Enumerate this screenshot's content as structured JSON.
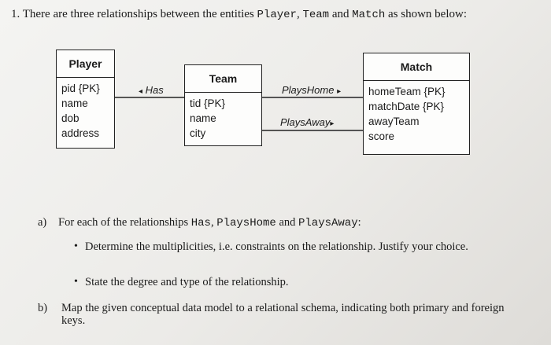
{
  "question": {
    "number": "1.",
    "text_before": "There are three relationships between the entities",
    "entity1": "Player",
    "sep1": ",",
    "entity2": "Team",
    "sep2": "and",
    "entity3": "Match",
    "text_after": "as shown below:"
  },
  "diagram": {
    "player": {
      "name": "Player",
      "attributes": [
        "pid {PK}",
        "name",
        "dob",
        "address"
      ]
    },
    "team": {
      "name": "Team",
      "attributes": [
        "tid {PK}",
        "name",
        "city"
      ]
    },
    "match": {
      "name": "Match",
      "attributes": [
        "homeTeam {PK}",
        "matchDate {PK}",
        "awayTeam",
        "score"
      ]
    },
    "relationships": {
      "has": {
        "label": "Has",
        "arrow": "◂"
      },
      "plays_home": {
        "label": "PlaysHome",
        "arrow": "▸"
      },
      "plays_away": {
        "label": "PlaysAway",
        "arrow": "▸"
      }
    }
  },
  "part_a": {
    "label": "a)",
    "text_before": "For each of the relationships",
    "rel1": "Has",
    "sep1": ",",
    "rel2": "PlaysHome",
    "sep2": "and",
    "rel3": "PlaysAway",
    "text_after": ":",
    "bullets": [
      "Determine the multiplicities, i.e. constraints on the relationship. Justify your choice.",
      "State the degree and type of the relationship."
    ]
  },
  "part_b": {
    "label": "b)",
    "text": "Map the given conceptual data model to a relational schema, indicating both primary and foreign keys."
  }
}
